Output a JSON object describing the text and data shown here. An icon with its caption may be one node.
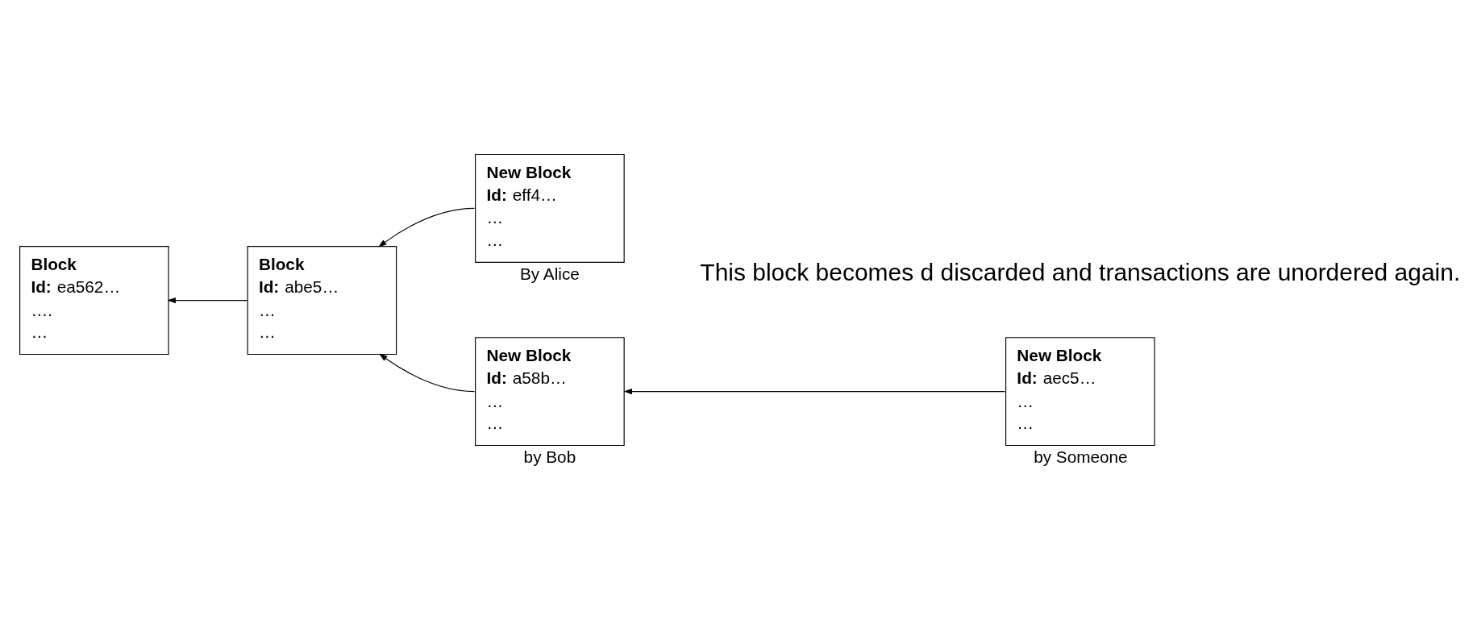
{
  "diagram": {
    "nodes": [
      {
        "text": [
          "Block",
          "**Id:** ea562…",
          "….",
          "…"
        ]
      },
      {
        "text": [
          "Block",
          "**Id:** abe5…",
          "…",
          "…"
        ]
      },
      {
        "text": [
          "New Block",
          "**Id:** eff4…",
          "…",
          "…"
        ],
        "beside": [
          "By Alice"
        ]
      },
      {
        "text": [
          "New Block",
          "**Id:** a58b…",
          "…",
          "…"
        ],
        "beside": [
          "by Bob"
        ]
      },
      {
        "text": [
          "New Block",
          "**Id:** aec5…",
          "…",
          "…"
        ],
        "beside": [
          "by Someone"
        ]
      }
    ],
    "edges": [
      {
        "from": 1,
        "to": 0,
        "arrow": "to"
      },
      {
        "from": 2,
        "to": 1,
        "arrow": "to"
      },
      {
        "from": 3,
        "to": 1,
        "arrow": "to"
      },
      {
        "from": 4,
        "to": 3,
        "arrow": "to"
      }
    ],
    "labels": [
      "This block becomes d discarded and transactions are unordered again."
    ]
  }
}
